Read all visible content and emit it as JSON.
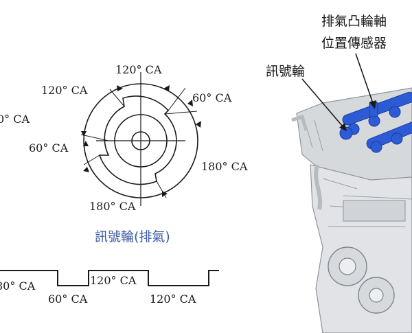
{
  "wheel_diagram": {
    "labels": {
      "top": "120° CA",
      "upper_left": "120° CA",
      "upper_right": "60° CA",
      "left_cut": "0° CA",
      "left": "60° CA",
      "right": "180° CA",
      "bottom": "180° CA"
    },
    "caption": "訊號輪(排氣)",
    "caption_color": "#3b5aa3"
  },
  "waveform": {
    "labels": {
      "first_high": "80° CA",
      "first_low": "60° CA",
      "second_high": "120° CA",
      "second_low": "120° CA"
    }
  },
  "engine_callouts": {
    "sensor_line1": "排氣凸輪軸",
    "sensor_line2": "位置傳感器",
    "signal_wheel": "訊號輪"
  },
  "colors": {
    "line": "#1a1a1a",
    "camshaft_blue": "#2d5bd6",
    "engine_gray": "#bfc3c8"
  }
}
